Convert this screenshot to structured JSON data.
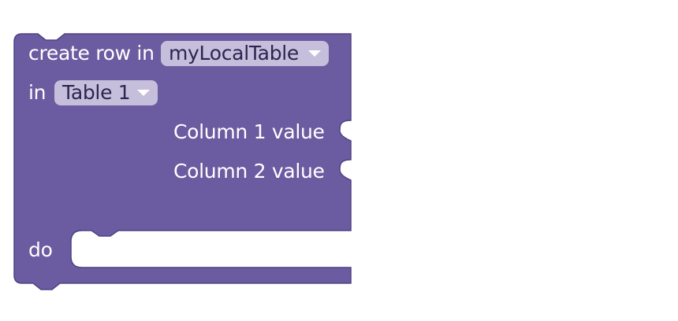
{
  "block": {
    "color": "#6b5ba0",
    "header_text": "create row in",
    "table_dropdown_value": "myLocalTable",
    "in_text": "in",
    "sheet_dropdown_value": "Table 1",
    "inputs": [
      {
        "label": "Column 1 value"
      },
      {
        "label": "Column 2 value"
      }
    ],
    "do_text": "do"
  }
}
